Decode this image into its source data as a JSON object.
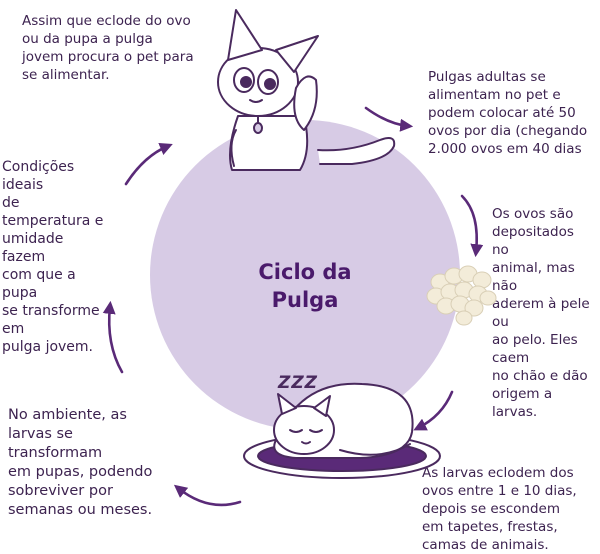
{
  "title": {
    "line1": "Ciclo da",
    "line2": "Pulga"
  },
  "captions": {
    "top_left": [
      "Assim que eclode do ovo",
      "ou da pupa a pulga",
      "jovem procura o pet para",
      "se alimentar."
    ],
    "top_right": [
      "Pulgas adultas se",
      "alimentam no pet e",
      "podem colocar até 50",
      "ovos por dia (chegando",
      "2.000 ovos em 40 dias"
    ],
    "right": [
      "Os ovos são",
      "depositados",
      "no",
      "animal, mas",
      "não",
      "aderem à pele",
      "ou",
      "ao pelo. Eles",
      "caem",
      "no chão e dão",
      "origem a",
      "larvas."
    ],
    "bottom_right": [
      "As larvas eclodem dos",
      "ovos entre 1 e 10 dias,",
      "depois se escondem",
      "em tapetes, frestas,",
      "camas de animais."
    ],
    "bottom_left": [
      "No ambiente, as",
      "larvas se",
      "transformam",
      "em pupas, podendo",
      "sobreviver por",
      "semanas ou meses."
    ],
    "left": [
      "Condições",
      "ideais",
      "de",
      "temperatura e",
      "umidade",
      "fazem",
      "com que a",
      "pupa",
      "se transforme",
      "em",
      "pulga jovem."
    ]
  },
  "sleep_text": "ZZZ",
  "colors": {
    "circle": "#d7cbe5",
    "arrow": "#5a2a78",
    "text": "#3d2350",
    "title": "#4a1a6b",
    "egg": "#f3ecd9"
  }
}
